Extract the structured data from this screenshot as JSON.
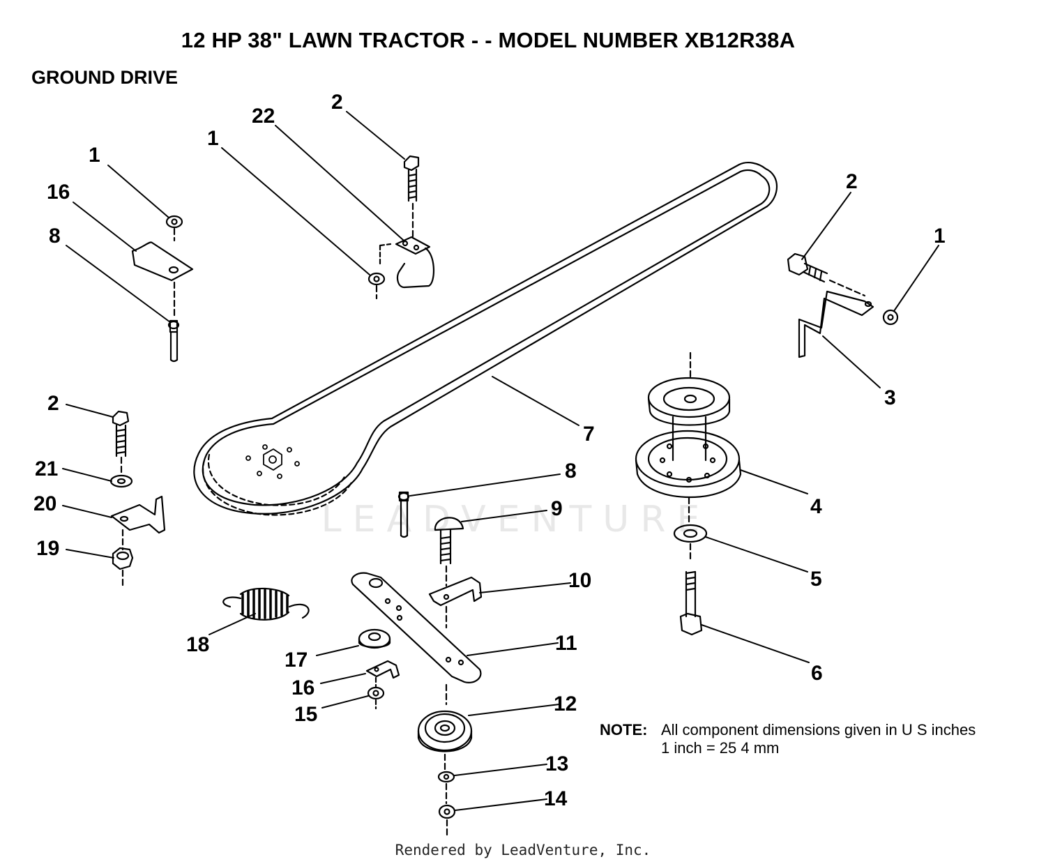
{
  "title": "12 HP 38\" LAWN TRACTOR - - MODEL NUMBER XB12R38A",
  "subtitle": "GROUND DRIVE",
  "callouts": [
    {
      "id": "c-1a",
      "label": "1"
    },
    {
      "id": "c-16a",
      "label": "16"
    },
    {
      "id": "c-8a",
      "label": "8"
    },
    {
      "id": "c-22",
      "label": "22"
    },
    {
      "id": "c-1b",
      "label": "1"
    },
    {
      "id": "c-2a",
      "label": "2"
    },
    {
      "id": "c-2b",
      "label": "2"
    },
    {
      "id": "c-1c",
      "label": "1"
    },
    {
      "id": "c-3",
      "label": "3"
    },
    {
      "id": "c-7",
      "label": "7"
    },
    {
      "id": "c-2c",
      "label": "2"
    },
    {
      "id": "c-21",
      "label": "21"
    },
    {
      "id": "c-20",
      "label": "20"
    },
    {
      "id": "c-19",
      "label": "19"
    },
    {
      "id": "c-8b",
      "label": "8"
    },
    {
      "id": "c-9",
      "label": "9"
    },
    {
      "id": "c-4",
      "label": "4"
    },
    {
      "id": "c-5",
      "label": "5"
    },
    {
      "id": "c-10",
      "label": "10"
    },
    {
      "id": "c-18",
      "label": "18"
    },
    {
      "id": "c-11",
      "label": "11"
    },
    {
      "id": "c-6",
      "label": "6"
    },
    {
      "id": "c-17",
      "label": "17"
    },
    {
      "id": "c-16b",
      "label": "16"
    },
    {
      "id": "c-15",
      "label": "15"
    },
    {
      "id": "c-12",
      "label": "12"
    },
    {
      "id": "c-13",
      "label": "13"
    },
    {
      "id": "c-14",
      "label": "14"
    }
  ],
  "note": {
    "label": "NOTE:",
    "line1": "All component dimensions given in U S  inches",
    "line2": "1 inch = 25 4 mm"
  },
  "watermark": "LEADVENTURE",
  "footer": "Rendered by LeadVenture, Inc."
}
